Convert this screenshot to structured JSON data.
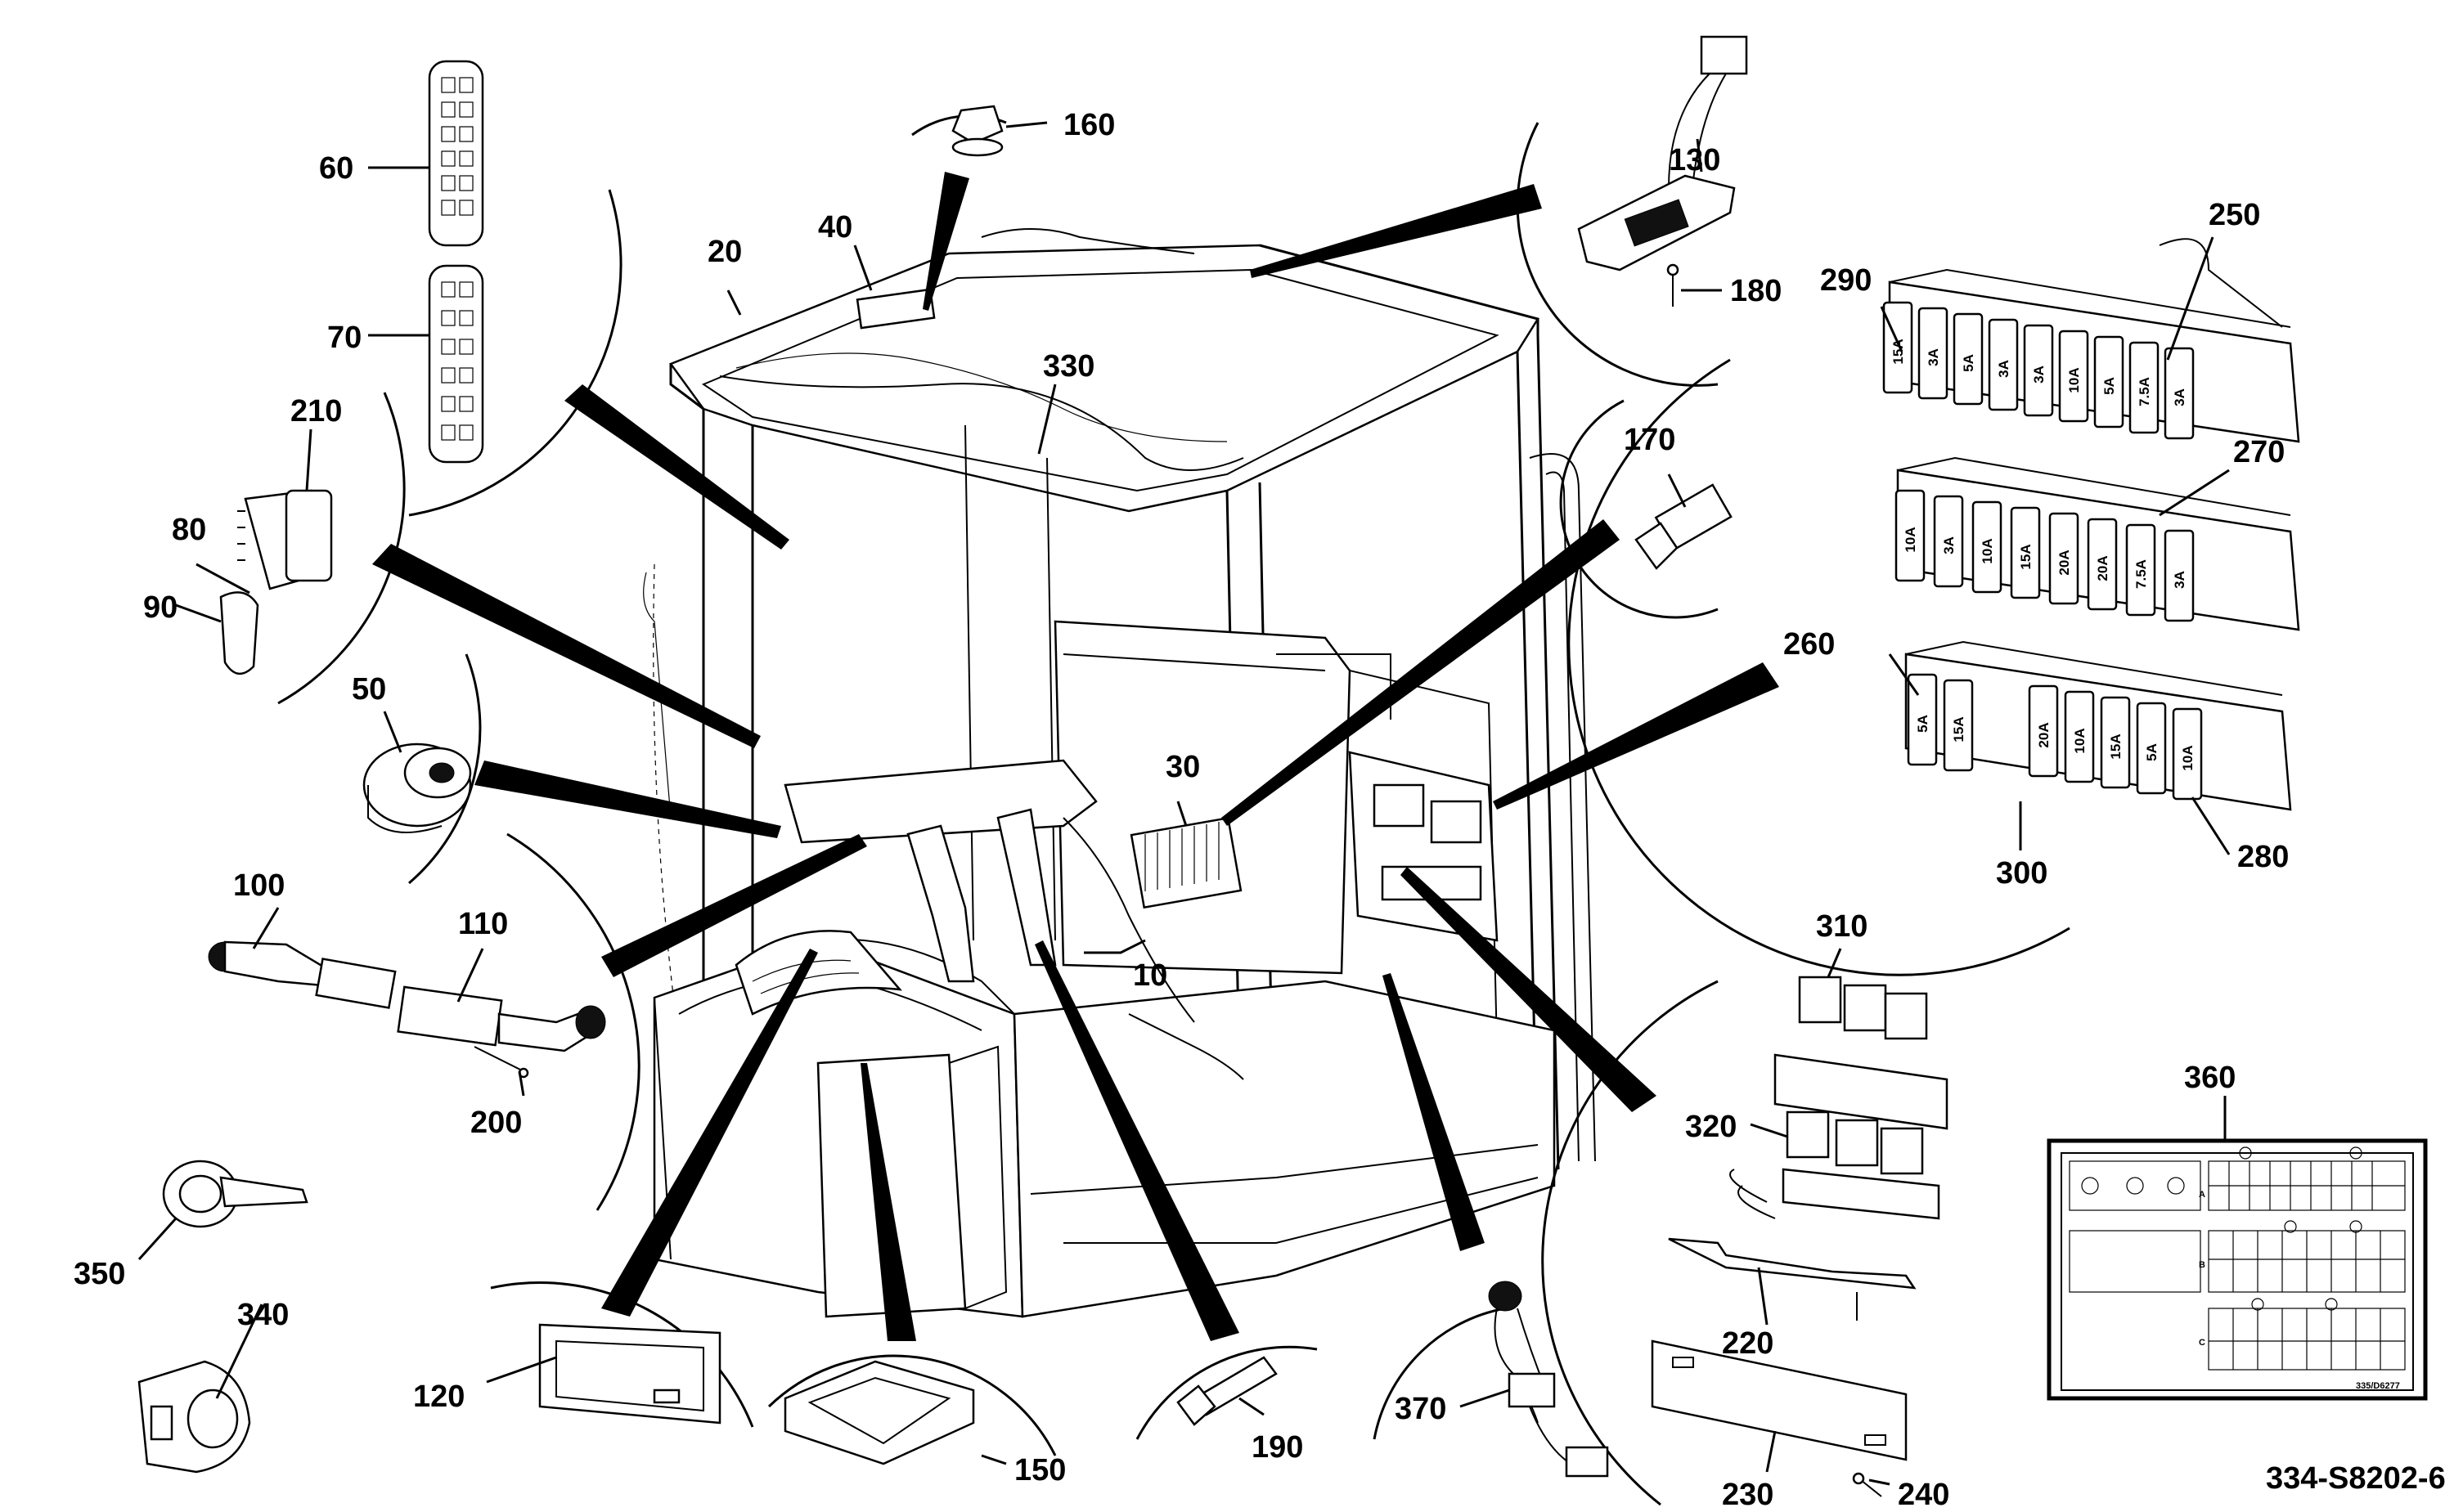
{
  "drawing_id": "334-S8202-6",
  "label_id": "335/D6277",
  "callouts": [
    {
      "id": "c10",
      "text": "10"
    },
    {
      "id": "c20",
      "text": "20"
    },
    {
      "id": "c30",
      "text": "30"
    },
    {
      "id": "c40",
      "text": "40"
    },
    {
      "id": "c50",
      "text": "50"
    },
    {
      "id": "c60",
      "text": "60"
    },
    {
      "id": "c70",
      "text": "70"
    },
    {
      "id": "c80",
      "text": "80"
    },
    {
      "id": "c90",
      "text": "90"
    },
    {
      "id": "c100",
      "text": "100"
    },
    {
      "id": "c110",
      "text": "110"
    },
    {
      "id": "c120",
      "text": "120"
    },
    {
      "id": "c130",
      "text": "130"
    },
    {
      "id": "c150",
      "text": "150"
    },
    {
      "id": "c160",
      "text": "160"
    },
    {
      "id": "c170",
      "text": "170"
    },
    {
      "id": "c180",
      "text": "180"
    },
    {
      "id": "c190",
      "text": "190"
    },
    {
      "id": "c200",
      "text": "200"
    },
    {
      "id": "c210",
      "text": "210"
    },
    {
      "id": "c220",
      "text": "220"
    },
    {
      "id": "c230",
      "text": "230"
    },
    {
      "id": "c240",
      "text": "240"
    },
    {
      "id": "c250",
      "text": "250"
    },
    {
      "id": "c260",
      "text": "260"
    },
    {
      "id": "c270",
      "text": "270"
    },
    {
      "id": "c280",
      "text": "280"
    },
    {
      "id": "c290",
      "text": "290"
    },
    {
      "id": "c300",
      "text": "300"
    },
    {
      "id": "c310",
      "text": "310"
    },
    {
      "id": "c320",
      "text": "320"
    },
    {
      "id": "c330",
      "text": "330"
    },
    {
      "id": "c340",
      "text": "340"
    },
    {
      "id": "c350",
      "text": "350"
    },
    {
      "id": "c360",
      "text": "360"
    },
    {
      "id": "c370",
      "text": "370"
    }
  ],
  "fuse_rows": [
    {
      "id": "row1",
      "ratings": [
        "15A",
        "3A",
        "5A",
        "3A",
        "3A",
        "10A",
        "5A",
        "7.5A",
        "3A"
      ]
    },
    {
      "id": "row2",
      "ratings": [
        "10A",
        "3A",
        "10A",
        "15A",
        "20A",
        "20A",
        "7.5A",
        "3A"
      ]
    },
    {
      "id": "row3",
      "ratings": [
        "5A",
        "15A",
        "20A",
        "10A",
        "15A",
        "5A",
        "10A"
      ]
    }
  ],
  "label_rows": [
    "A",
    "B",
    "C"
  ]
}
